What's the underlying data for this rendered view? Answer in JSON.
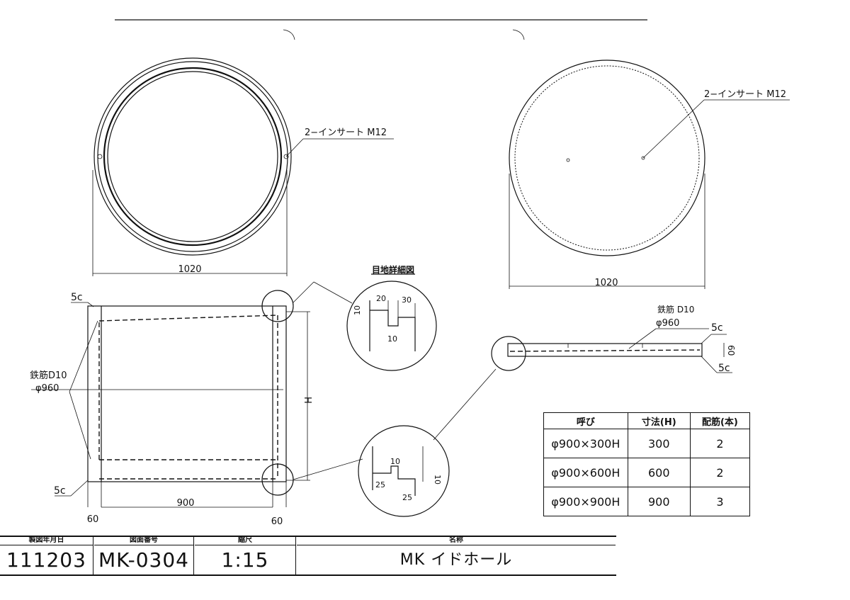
{
  "plan_left": {
    "insert_label": "2−インサート  M12",
    "dim_label": "1020"
  },
  "plan_right": {
    "insert_label": "2−インサート  M12",
    "dim_label": "1020"
  },
  "section": {
    "chamfer_top": "5c",
    "chamfer_bottom": "5c",
    "rebar_label": "鉄筋D10",
    "rebar_dia": "φ960",
    "height_label": "H",
    "inner_width": "900",
    "wall_left": "60",
    "wall_right": "60"
  },
  "joint_detail": {
    "title": "目地詳細図",
    "top": {
      "dim_a": "20",
      "dim_b": "30",
      "dim_c": "10",
      "dim_d": "10"
    },
    "bottom": {
      "dim_a": "10",
      "dim_b": "25",
      "dim_c": "25",
      "dim_d": "10"
    }
  },
  "slab_section": {
    "rebar_label": "鉄筋  D10",
    "rebar_dia": "φ960",
    "chamfer_top": "5c",
    "chamfer_bottom": "5c",
    "thickness": "60"
  },
  "spec_table": {
    "headers": [
      "呼び",
      "寸法(H)",
      "配筋(本)"
    ],
    "rows": [
      [
        "φ900×300H",
        "300",
        "2"
      ],
      [
        "φ900×600H",
        "600",
        "2"
      ],
      [
        "φ900×900H",
        "900",
        "3"
      ]
    ]
  },
  "title_block": {
    "date_label": "製図年月日",
    "date_value": "111203",
    "drawing_no_label": "図面番号",
    "drawing_no_value": "MK-0304",
    "scale_label": "縮尺",
    "scale_value": "1:15",
    "name_label": "名称",
    "name_value": "MK  イドホール"
  }
}
